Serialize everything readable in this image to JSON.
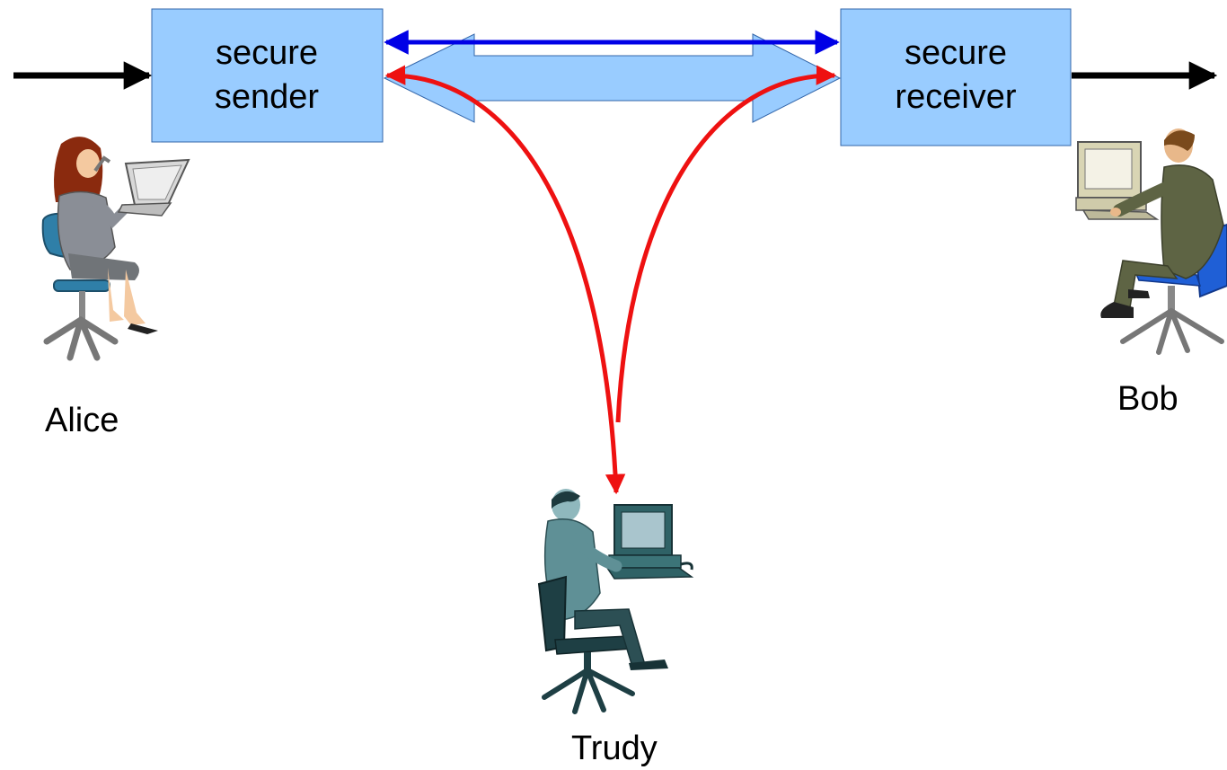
{
  "boxes": {
    "sender": {
      "line1": "secure",
      "line2": "sender"
    },
    "receiver": {
      "line1": "secure",
      "line2": "receiver"
    }
  },
  "people": {
    "alice": "Alice",
    "bob": "Bob",
    "trudy": "Trudy"
  },
  "colors": {
    "box_fill": "#99ccff",
    "box_stroke": "#3366aa",
    "channel_fill": "#99ccff",
    "secure_link": "#0000e6",
    "eavesdrop_link": "#ee1111",
    "data_flow": "#000000"
  },
  "icons": {
    "alice": "person-at-laptop-icon",
    "bob": "person-at-desktop-icon",
    "trudy": "person-at-workstation-icon"
  }
}
